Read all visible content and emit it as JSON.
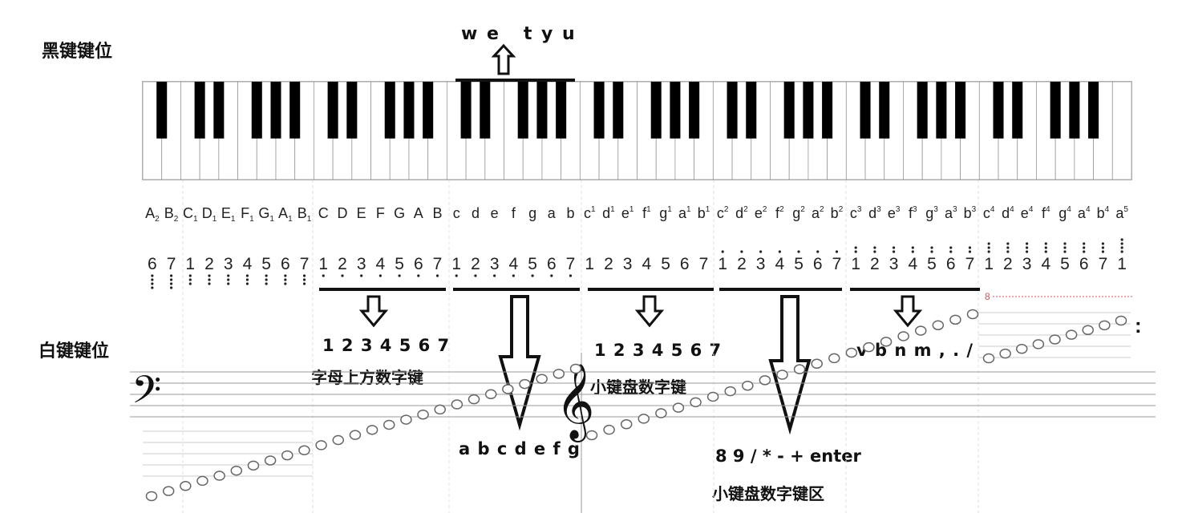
{
  "labels": {
    "black_keys_title": "黑键键位",
    "white_keys_title": "白键键位"
  },
  "keyboard_hints": {
    "black_top": "w e   t y u",
    "digits_row": "1 2 3 4 5 6 7",
    "digits_row_caption": "字母上方数字键",
    "letters_row": "a b c d e f g",
    "numpad_digits": "1 2 3 4 5 6 7",
    "numpad_digits_caption": "小键盘数字键",
    "numpad_ops": "8 9 / * - + enter",
    "numpad_ops_caption": "小键盘数字键区",
    "bottom_letters": "v b n m , . /"
  },
  "note_names": [
    {
      "base": "A",
      "sub": "2"
    },
    {
      "base": "B",
      "sub": "2"
    },
    {
      "base": "C",
      "sub": "1"
    },
    {
      "base": "D",
      "sub": "1"
    },
    {
      "base": "E",
      "sub": "1"
    },
    {
      "base": "F",
      "sub": "1"
    },
    {
      "base": "G",
      "sub": "1"
    },
    {
      "base": "A",
      "sub": "1"
    },
    {
      "base": "B",
      "sub": "1"
    },
    {
      "base": "C"
    },
    {
      "base": "D"
    },
    {
      "base": "E"
    },
    {
      "base": "F"
    },
    {
      "base": "G"
    },
    {
      "base": "A"
    },
    {
      "base": "B"
    },
    {
      "base": "c"
    },
    {
      "base": "d"
    },
    {
      "base": "e"
    },
    {
      "base": "f"
    },
    {
      "base": "g"
    },
    {
      "base": "a"
    },
    {
      "base": "b"
    },
    {
      "base": "c",
      "sup": "1"
    },
    {
      "base": "d",
      "sup": "1"
    },
    {
      "base": "e",
      "sup": "1"
    },
    {
      "base": "f",
      "sup": "1"
    },
    {
      "base": "g",
      "sup": "1"
    },
    {
      "base": "a",
      "sup": "1"
    },
    {
      "base": "b",
      "sup": "1"
    },
    {
      "base": "c",
      "sup": "2"
    },
    {
      "base": "d",
      "sup": "2"
    },
    {
      "base": "e",
      "sup": "2"
    },
    {
      "base": "f",
      "sup": "2"
    },
    {
      "base": "g",
      "sup": "2"
    },
    {
      "base": "a",
      "sup": "2"
    },
    {
      "base": "b",
      "sup": "2"
    },
    {
      "base": "c",
      "sup": "3"
    },
    {
      "base": "d",
      "sup": "3"
    },
    {
      "base": "e",
      "sup": "3"
    },
    {
      "base": "f",
      "sup": "3"
    },
    {
      "base": "g",
      "sup": "3"
    },
    {
      "base": "a",
      "sup": "3"
    },
    {
      "base": "b",
      "sup": "3"
    },
    {
      "base": "c",
      "sup": "4"
    },
    {
      "base": "d",
      "sup": "4"
    },
    {
      "base": "e",
      "sup": "4"
    },
    {
      "base": "f",
      "sup": "4"
    },
    {
      "base": "g",
      "sup": "4"
    },
    {
      "base": "a",
      "sup": "4"
    },
    {
      "base": "b",
      "sup": "4"
    },
    {
      "base": "a",
      "sup": "5"
    }
  ],
  "jianpu": [
    {
      "n": "6",
      "dots": -4
    },
    {
      "n": "7",
      "dots": -4
    },
    {
      "n": "1",
      "dots": -3
    },
    {
      "n": "2",
      "dots": -3
    },
    {
      "n": "3",
      "dots": -3
    },
    {
      "n": "4",
      "dots": -3
    },
    {
      "n": "5",
      "dots": -3
    },
    {
      "n": "6",
      "dots": -3
    },
    {
      "n": "7",
      "dots": -3
    },
    {
      "n": "1",
      "dots": -1
    },
    {
      "n": "2",
      "dots": -1
    },
    {
      "n": "3",
      "dots": -1
    },
    {
      "n": "4",
      "dots": -1
    },
    {
      "n": "5",
      "dots": -1
    },
    {
      "n": "6",
      "dots": -1
    },
    {
      "n": "7",
      "dots": -1
    },
    {
      "n": "1",
      "dots": -1
    },
    {
      "n": "2",
      "dots": -1
    },
    {
      "n": "3",
      "dots": -1
    },
    {
      "n": "4",
      "dots": -1
    },
    {
      "n": "5",
      "dots": -1
    },
    {
      "n": "6",
      "dots": -1
    },
    {
      "n": "7",
      "dots": -1
    },
    {
      "n": "1",
      "dots": 0
    },
    {
      "n": "2",
      "dots": 0
    },
    {
      "n": "3",
      "dots": 0
    },
    {
      "n": "4",
      "dots": 0
    },
    {
      "n": "5",
      "dots": 0
    },
    {
      "n": "6",
      "dots": 0
    },
    {
      "n": "7",
      "dots": 0
    },
    {
      "n": "1",
      "dots": 1
    },
    {
      "n": "2",
      "dots": 1
    },
    {
      "n": "3",
      "dots": 1
    },
    {
      "n": "4",
      "dots": 1
    },
    {
      "n": "5",
      "dots": 1
    },
    {
      "n": "6",
      "dots": 1
    },
    {
      "n": "7",
      "dots": 1
    },
    {
      "n": "1",
      "dots": 2
    },
    {
      "n": "2",
      "dots": 2
    },
    {
      "n": "3",
      "dots": 2
    },
    {
      "n": "4",
      "dots": 2
    },
    {
      "n": "5",
      "dots": 2
    },
    {
      "n": "6",
      "dots": 2
    },
    {
      "n": "7",
      "dots": 2
    },
    {
      "n": "1",
      "dots": 3
    },
    {
      "n": "2",
      "dots": 3
    },
    {
      "n": "3",
      "dots": 3
    },
    {
      "n": "4",
      "dots": 3
    },
    {
      "n": "5",
      "dots": 3
    },
    {
      "n": "6",
      "dots": 3
    },
    {
      "n": "7",
      "dots": 3
    },
    {
      "n": "1",
      "dots": 4
    }
  ],
  "staff": {
    "ottava_mark": "8",
    "bass_clef": "𝄢",
    "treble_clef": "𝄞",
    "repeat_dots": ":"
  },
  "colors": {
    "ink": "#111111",
    "grid": "#bbbbbb",
    "ottava": "#e05050"
  }
}
